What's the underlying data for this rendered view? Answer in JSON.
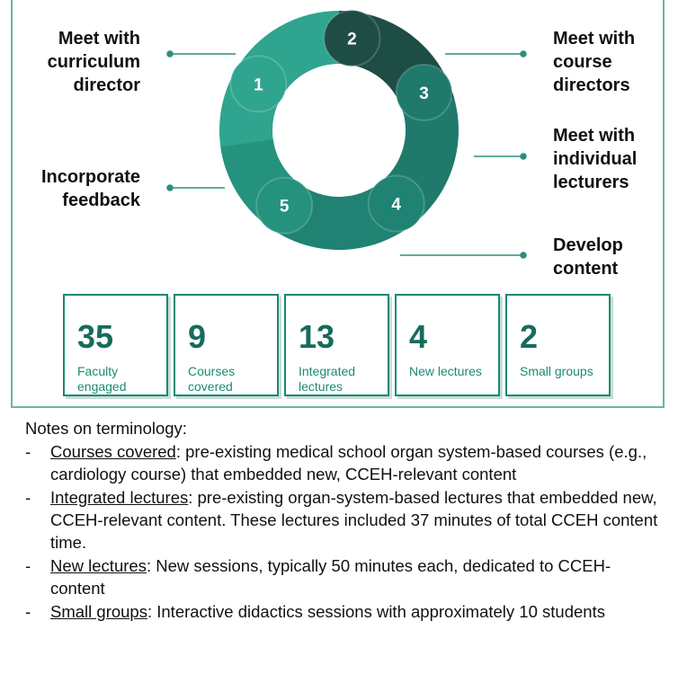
{
  "cycle": {
    "steps": [
      {
        "number": "1",
        "label": "Meet with\ncurriculum\ndirector",
        "color": "#2fa48f"
      },
      {
        "number": "2",
        "label": "Meet with\ncourse\ndirectors",
        "color": "#1e4d45"
      },
      {
        "number": "3",
        "label": "Meet with\nindividual\nlecturers",
        "color": "#1f7a6c"
      },
      {
        "number": "4",
        "label": "Develop\ncontent",
        "color": "#1f8272"
      },
      {
        "number": "5",
        "label": "Incorporate\nfeedback",
        "color": "#25927e"
      }
    ]
  },
  "stats": [
    {
      "value": "35",
      "label": "Faculty\nengaged"
    },
    {
      "value": "9",
      "label": "Courses\ncovered"
    },
    {
      "value": "13",
      "label": "Integrated\nlectures"
    },
    {
      "value": "4",
      "label": "New lectures"
    },
    {
      "value": "2",
      "label": "Small groups"
    }
  ],
  "notes": {
    "heading": "Notes on terminology:",
    "items": [
      {
        "term": "Courses covered",
        "text": ": pre-existing medical school organ system-based courses (e.g., cardiology course) that embedded new, CCEH-relevant content"
      },
      {
        "term": "Integrated lectures",
        "text": ": pre-existing organ-system-based lectures that embedded new, CCEH-relevant content. These lectures included 37 minutes of total CCEH content time."
      },
      {
        "term": "New lectures",
        "text": ": New sessions, typically 50 minutes each, dedicated to CCEH-content"
      },
      {
        "term": "Small groups",
        "text": ": Interactive didactics sessions with approximately 10 students"
      }
    ]
  },
  "colors": {
    "accent": "#1b8a72",
    "frame": "#6fb3a4",
    "stat_value": "#176b5d"
  }
}
